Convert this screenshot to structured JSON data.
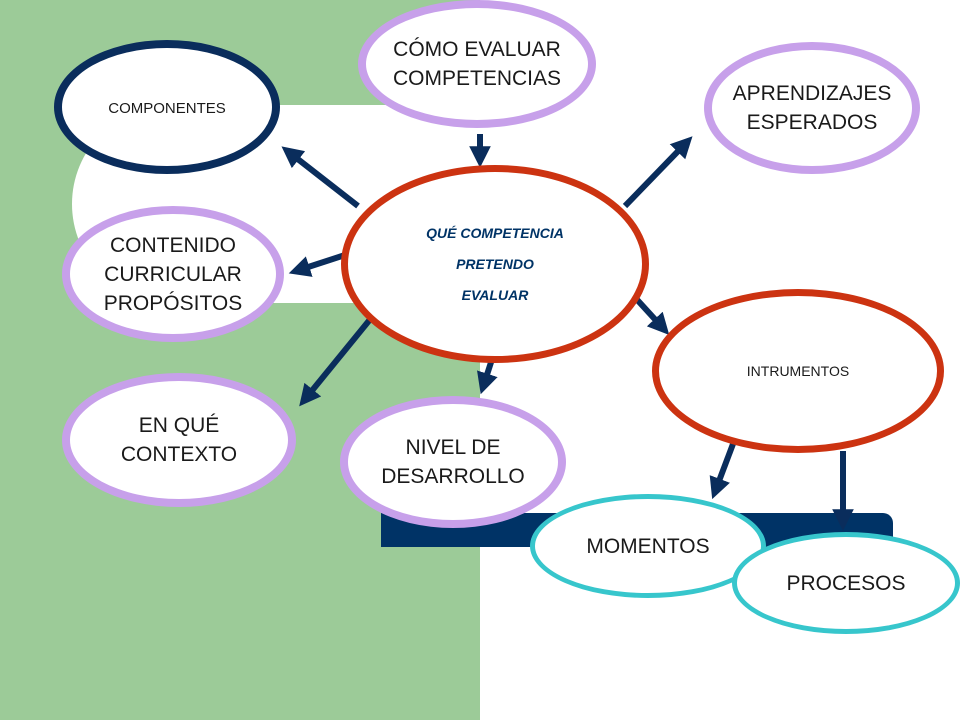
{
  "center": {
    "lines": [
      "QUÉ COMPETENCIA",
      "PRETENDO",
      "EVALUAR"
    ]
  },
  "nodes": {
    "como_evaluar": [
      "CÓMO EVALUAR",
      "COMPETENCIAS"
    ],
    "componentes": [
      "COMPONENTES"
    ],
    "aprendizajes": [
      "APRENDIZAJES",
      "ESPERADOS"
    ],
    "contenido": [
      "CONTENIDO",
      "CURRICULAR",
      "PROPÓSITOS"
    ],
    "instrumentos": [
      "INTRUMENTOS"
    ],
    "contexto": [
      "EN QUÉ",
      "CONTEXTO"
    ],
    "nivel": [
      "NIVEL DE",
      "DESARROLLO"
    ],
    "momentos": [
      "MOMENTOS"
    ],
    "procesos": [
      "PROCESOS"
    ]
  },
  "colors": {
    "background_green": "#9ccb98",
    "arrow_navy": "#0a2d5c",
    "lavender_border": "#c7a0ea",
    "navy_border": "#0a2d5c",
    "red_border": "#cc3311",
    "teal_border": "#37c6cc",
    "center_text": "#003366"
  }
}
